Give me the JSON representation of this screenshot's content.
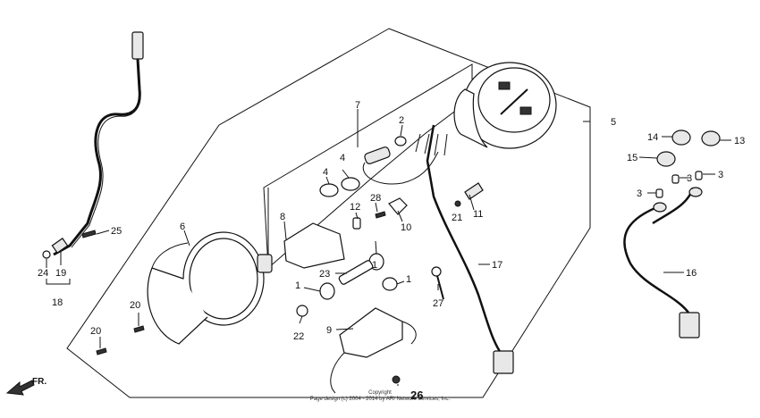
{
  "callouts": [
    {
      "id": "c1a",
      "text": "1"
    },
    {
      "id": "c1b",
      "text": "1"
    },
    {
      "id": "c1c",
      "text": "1"
    },
    {
      "id": "c2",
      "text": "2"
    },
    {
      "id": "c3a",
      "text": "3"
    },
    {
      "id": "c3b",
      "text": "3"
    },
    {
      "id": "c3c",
      "text": "3"
    },
    {
      "id": "c4a",
      "text": "4"
    },
    {
      "id": "c4b",
      "text": "4"
    },
    {
      "id": "c5",
      "text": "5"
    },
    {
      "id": "c6",
      "text": "6"
    },
    {
      "id": "c7",
      "text": "7"
    },
    {
      "id": "c8",
      "text": "8"
    },
    {
      "id": "c9",
      "text": "9"
    },
    {
      "id": "c10",
      "text": "10"
    },
    {
      "id": "c11",
      "text": "11"
    },
    {
      "id": "c12",
      "text": "12"
    },
    {
      "id": "c13",
      "text": "13"
    },
    {
      "id": "c14",
      "text": "14"
    },
    {
      "id": "c15",
      "text": "15"
    },
    {
      "id": "c16",
      "text": "16"
    },
    {
      "id": "c17",
      "text": "17"
    },
    {
      "id": "c18",
      "text": "18"
    },
    {
      "id": "c19",
      "text": "19"
    },
    {
      "id": "c20a",
      "text": "20"
    },
    {
      "id": "c20b",
      "text": "20"
    },
    {
      "id": "c21",
      "text": "21"
    },
    {
      "id": "c22",
      "text": "22"
    },
    {
      "id": "c23",
      "text": "23"
    },
    {
      "id": "c24",
      "text": "24"
    },
    {
      "id": "c25",
      "text": "25"
    },
    {
      "id": "c26",
      "text": "26"
    },
    {
      "id": "c27",
      "text": "27"
    },
    {
      "id": "c28",
      "text": "28"
    }
  ],
  "front_label": "FR.",
  "copyright_line1": "Copyright",
  "copyright_line2": "Page design (c) 2004 - 2014 by ARI Network Services, Inc."
}
